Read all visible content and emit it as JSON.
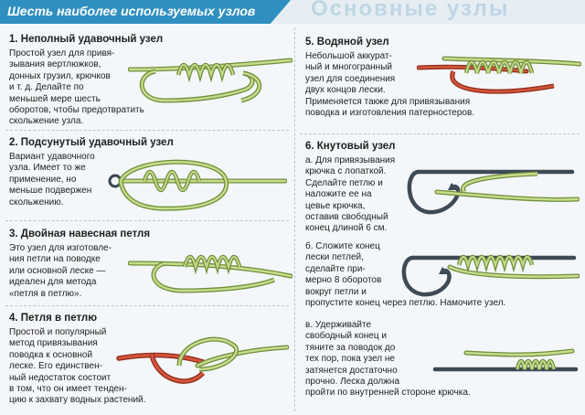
{
  "header": {
    "title": "Шесть наиболее используемых узлов",
    "ghost_text": "Основные узлы"
  },
  "colors": {
    "banner": "#2f8fc1",
    "line_green": "#9ab85a",
    "line_red": "#c2452d",
    "hook": "#5a6a78"
  },
  "sections": {
    "s1": {
      "title": "1. Неполный удавочный узел",
      "lines": [
        "Простой узел для привя-",
        "зывания вертлюжков,",
        "донных грузил, крючков",
        "и т. д. Делайте по",
        "меньшей мере шесть",
        "оборотов, чтобы предотвратить",
        "скольжение узла."
      ]
    },
    "s2": {
      "title": "2. Подсунутый удавочный узел",
      "lines": [
        "Вариант удавочного",
        "узла. Имеет то же",
        "применение, но",
        "меньше подвержен",
        "скольжению."
      ]
    },
    "s3": {
      "title": "3. Двойная навесная петля",
      "lines": [
        "Это узел для изготовле-",
        "ния петли на поводке",
        "или основной леске —",
        "идеален для метода",
        "«петля в петлю»."
      ]
    },
    "s4": {
      "title": "4. Петля в петлю",
      "lines": [
        "Простой и популярный",
        "метод привязывания",
        "поводка к основной",
        "леске. Его единствен-",
        "ный недостаток состоит",
        "в том, что он имеет тенден-",
        "цию к захвату водных растений."
      ]
    },
    "s5": {
      "title": "5. Водяной узел",
      "lines": [
        "Небольшой аккурат-",
        "ный и многогранный",
        "узел для соединения",
        "двух концов лески.",
        "Применяется также для привязывания",
        "поводка и изготовления патерностеров."
      ]
    },
    "s6": {
      "title": "6. Кнутовый узел",
      "a_lines": [
        "а. Для привязывания",
        "крючка с лопаткой.",
        "Сделайте петлю и",
        "наложите ее на",
        "цевье крючка,",
        "оставив свободный",
        "конец длиной 6 см."
      ],
      "b_lines": [
        "б. Сложите конец",
        "лески петлей,",
        "сделайте при-",
        "мерно 8 оборотов",
        "вокруг петли и",
        "пропустите конец через петлю. Намочите узел."
      ],
      "c_lines": [
        "в. Удерживайте",
        "свободный конец и",
        "тяните за поводок до",
        "тех пор, пока узел не",
        "затянется достаточно",
        "прочно. Леска должна",
        "пройти по внутренней стороне крючка."
      ]
    }
  }
}
